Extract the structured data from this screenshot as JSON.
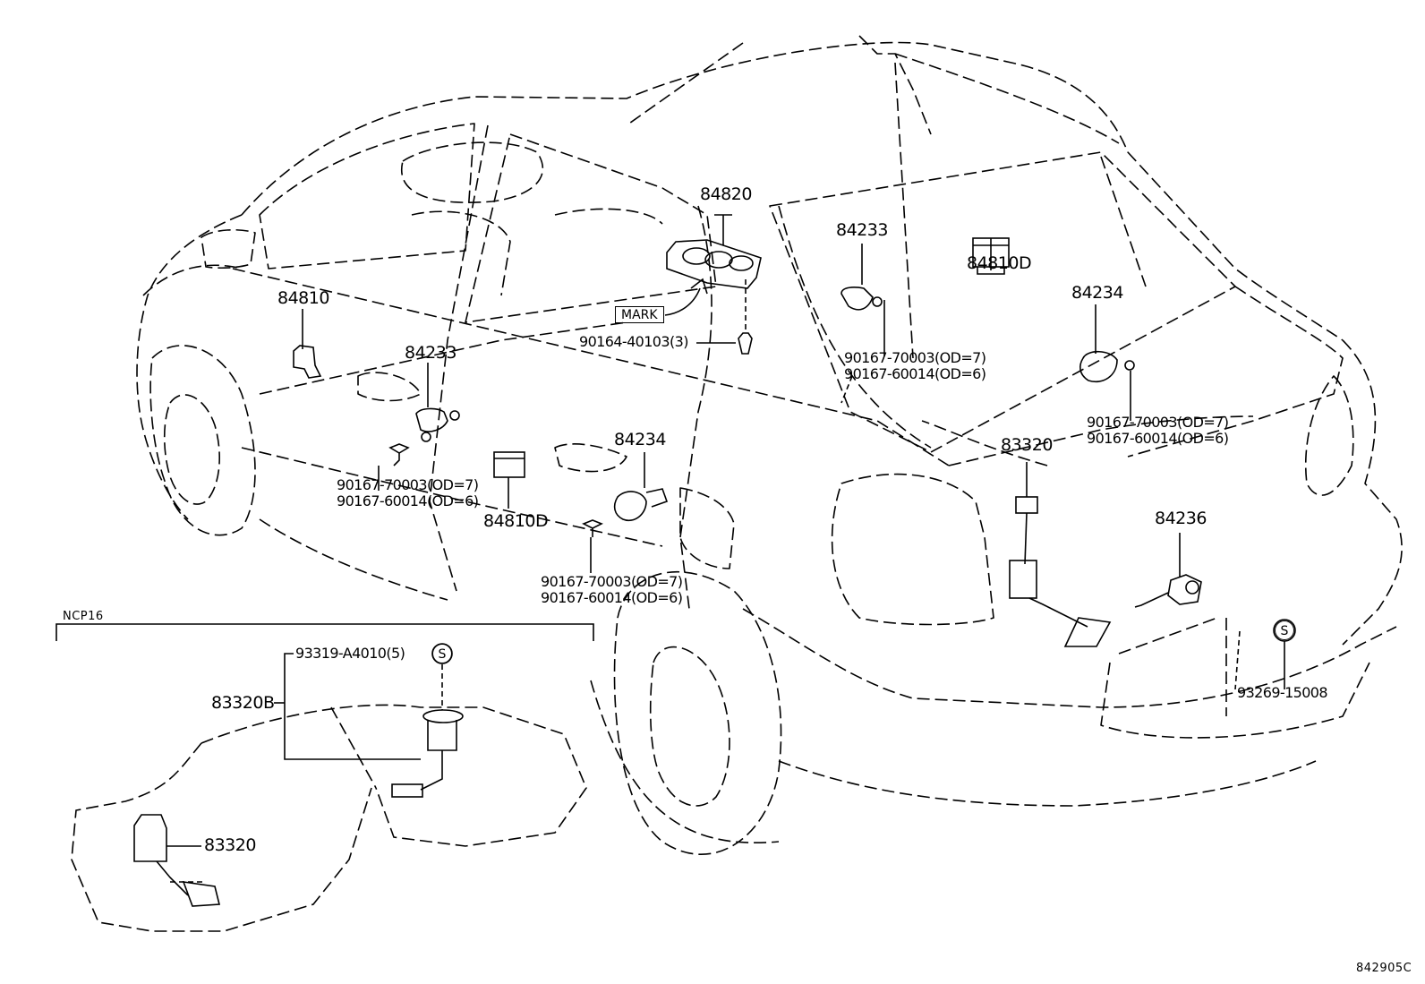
{
  "labels": {
    "p84820": "84820",
    "p84233_right": "84233",
    "p84810D_top": "84810D",
    "p84234_right": "84234",
    "p84810": "84810",
    "p84233_left": "84233",
    "mark": "MARK",
    "bolt_90164": "90164-40103(3)",
    "bolt_r1_a": "90167-70003(OD=7)",
    "bolt_r1_b": "90167-60014(OD=6)",
    "bolt_r2_a": "90167-70003(OD=7)",
    "bolt_r2_b": "90167-60014(OD=6)",
    "bolt_l_a": "90167-70003(OD=7)",
    "bolt_l_b": "90167-60014(OD=6)",
    "bolt_c_a": "90167-70003(OD=7)",
    "bolt_c_b": "90167-60014(OD=6)",
    "p84234_center": "84234",
    "p84810D_bottom": "84810D",
    "p83320_right": "83320",
    "p84236": "84236",
    "s_symbol": "S",
    "p93269": "93269-15008",
    "ncp16": "NCP16",
    "p93319": "93319-A4010(5)",
    "p83320B": "83320B",
    "p83320_inset": "83320",
    "drawing_id": "842905C"
  },
  "colors": {
    "line": "#000000",
    "background": "#ffffff"
  }
}
